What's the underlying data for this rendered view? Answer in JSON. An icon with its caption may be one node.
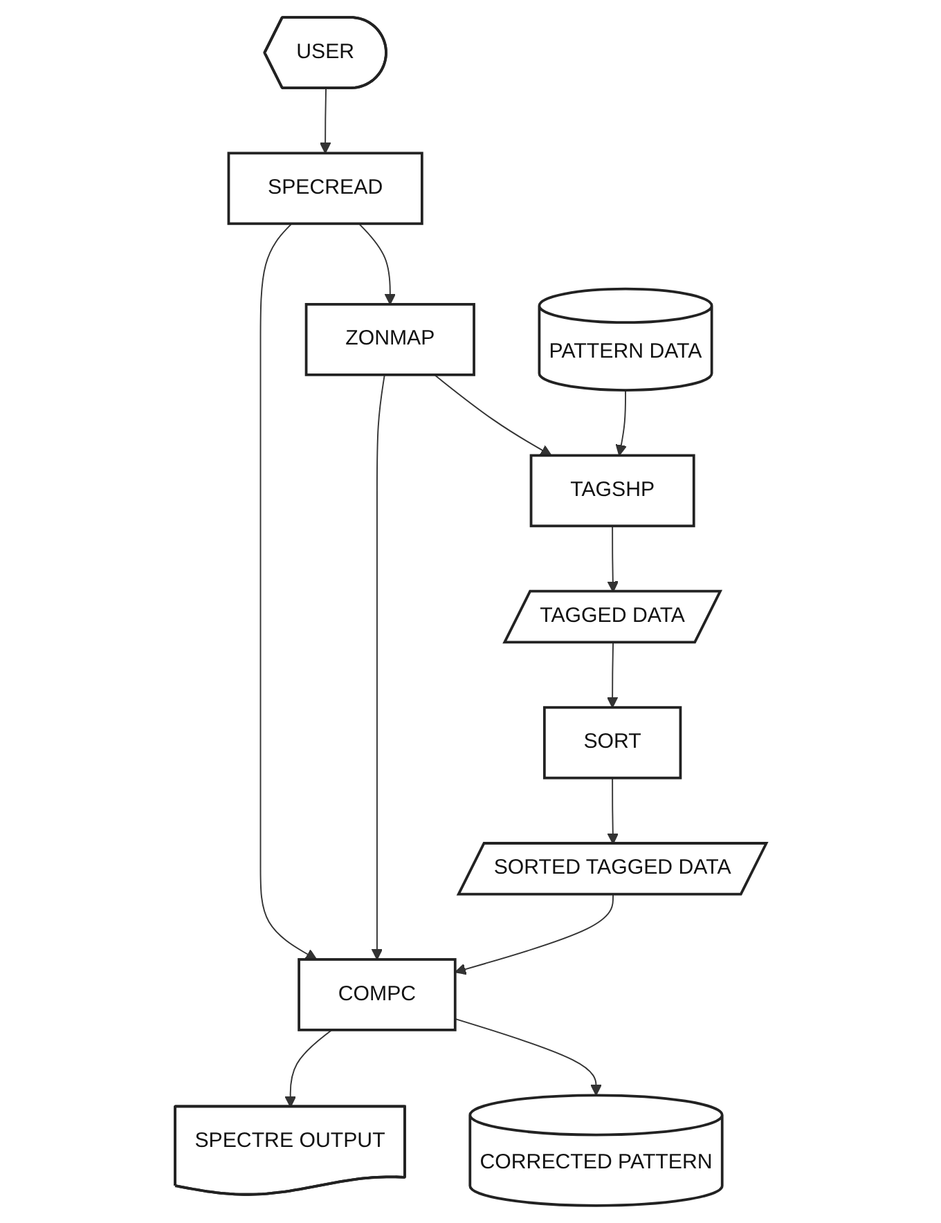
{
  "diagram": {
    "nodes": [
      {
        "text": [
          "USER"
        ]
      },
      {
        "text": [
          "SPECREAD"
        ]
      },
      {
        "text": [
          "ZONMAP"
        ]
      },
      {
        "text": [
          "PATTERN DATA"
        ]
      },
      {
        "text": [
          "TAGSHP"
        ]
      },
      {
        "text": [
          "TAGGED DATA"
        ]
      },
      {
        "text": [
          "SORT"
        ]
      },
      {
        "text": [
          "SORTED TAGGED DATA"
        ]
      },
      {
        "text": [
          "COMPC"
        ]
      },
      {
        "text": [
          "SPECTRE OUTPUT"
        ]
      },
      {
        "text": [
          "CORRECTED PATTERN"
        ]
      }
    ],
    "edges": [
      {
        "from": 0,
        "to": 1,
        "arrow": "to"
      },
      {
        "from": 1,
        "to": 2,
        "arrow": "to"
      },
      {
        "from": 1,
        "to": 8,
        "arrow": "to"
      },
      {
        "from": 2,
        "to": 4,
        "arrow": "to"
      },
      {
        "from": 2,
        "to": 8,
        "arrow": "to"
      },
      {
        "from": 3,
        "to": 4,
        "arrow": "to"
      },
      {
        "from": 4,
        "to": 5,
        "arrow": "to"
      },
      {
        "from": 5,
        "to": 6,
        "arrow": "to"
      },
      {
        "from": 6,
        "to": 7,
        "arrow": "to"
      },
      {
        "from": 7,
        "to": 8,
        "arrow": "to"
      },
      {
        "from": 8,
        "to": 9,
        "arrow": "to"
      },
      {
        "from": 8,
        "to": 10,
        "arrow": "to"
      }
    ]
  }
}
